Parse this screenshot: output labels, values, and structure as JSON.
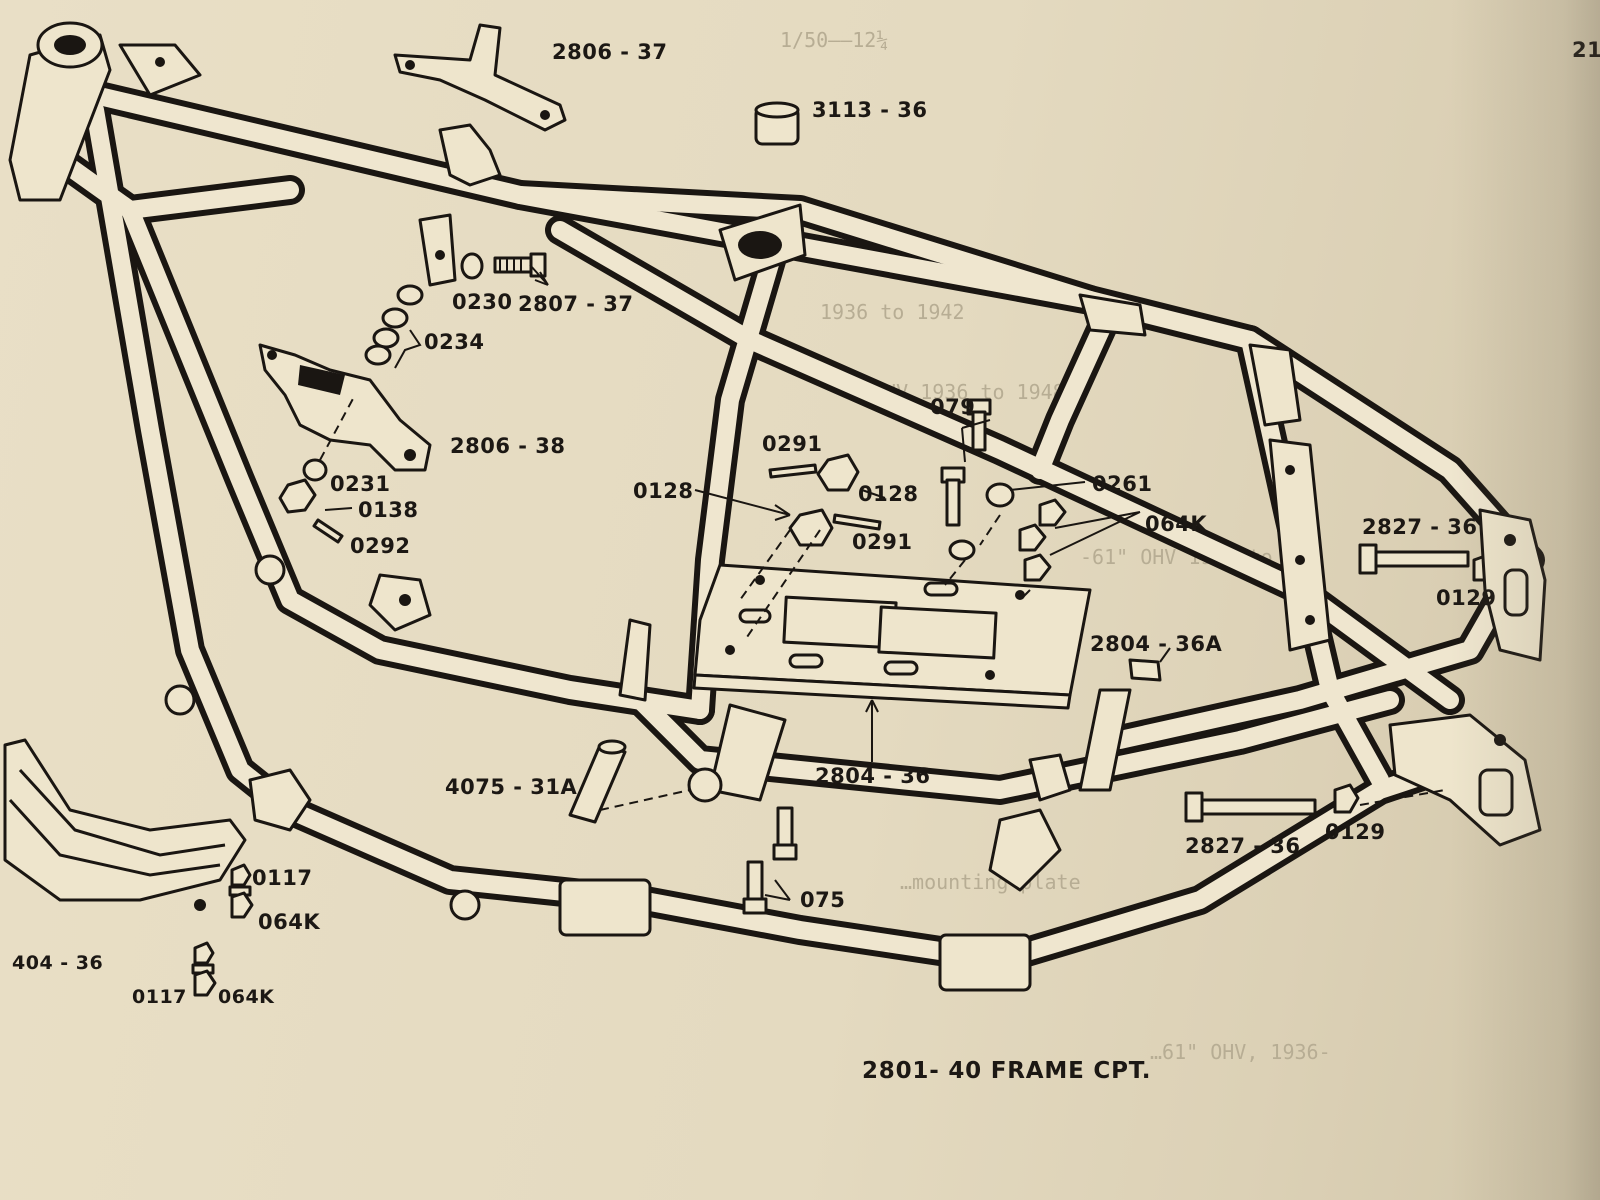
{
  "callouts": {
    "p2806_37": "2806 - 37",
    "p3113_36": "3113 - 36",
    "p0230": "0230",
    "p2807_37": "2807 - 37",
    "p0234": "0234",
    "p2806_38": "2806 - 38",
    "p0231": "0231",
    "p0138": "0138",
    "p0292": "0292",
    "p079": "079",
    "p0291_top": "0291",
    "p0128_left": "0128",
    "p0128_right": "0128",
    "p0291_mid": "0291",
    "p0261": "0261",
    "p064K_top": "064K",
    "p2827_36_top": "2827 - 36",
    "p0129_top": "0129",
    "p2804_36A": "2804 - 36A",
    "p4075_31A": "4075 - 31A",
    "p2804_36": "2804 - 36",
    "p2827_36_bottom": "2827 - 36",
    "p0129_bottom": "0129",
    "p075": "075",
    "p0117_upper": "0117",
    "p064K_upper": "064K",
    "p404_36": "404 - 36",
    "p0117_lower": "0117",
    "p064K_lower": "064K"
  },
  "caption": "2801- 40 FRAME CPT.",
  "page_number_fragment": "21",
  "colors": {
    "paper": "#e8dec5",
    "ink": "#1a1612"
  }
}
